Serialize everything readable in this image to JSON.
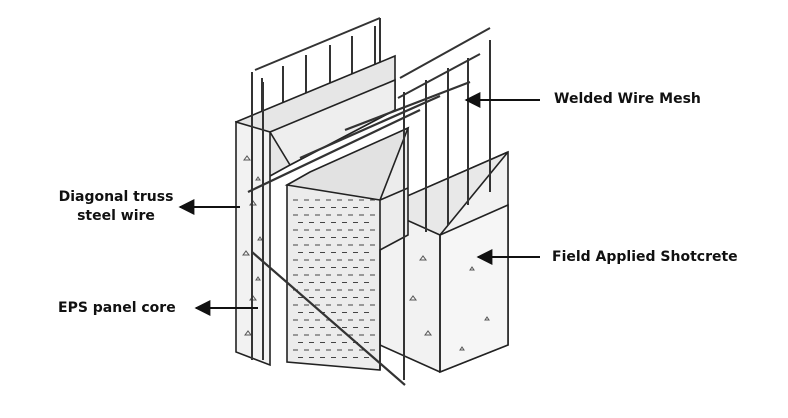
{
  "labels": {
    "welded_wire_mesh": "Welded Wire Mesh",
    "diagonal_truss_line1": "Diagonal truss",
    "diagonal_truss_line2": "steel wire",
    "field_applied_shotcrete": "Field Applied Shotcrete",
    "eps_panel_core": "EPS panel core"
  },
  "colors": {
    "line": "#222222",
    "concrete_fill": "#f2f2f2",
    "concrete_top": "#e6e6e6",
    "eps_fill": "#ececec",
    "wire": "#333333"
  }
}
